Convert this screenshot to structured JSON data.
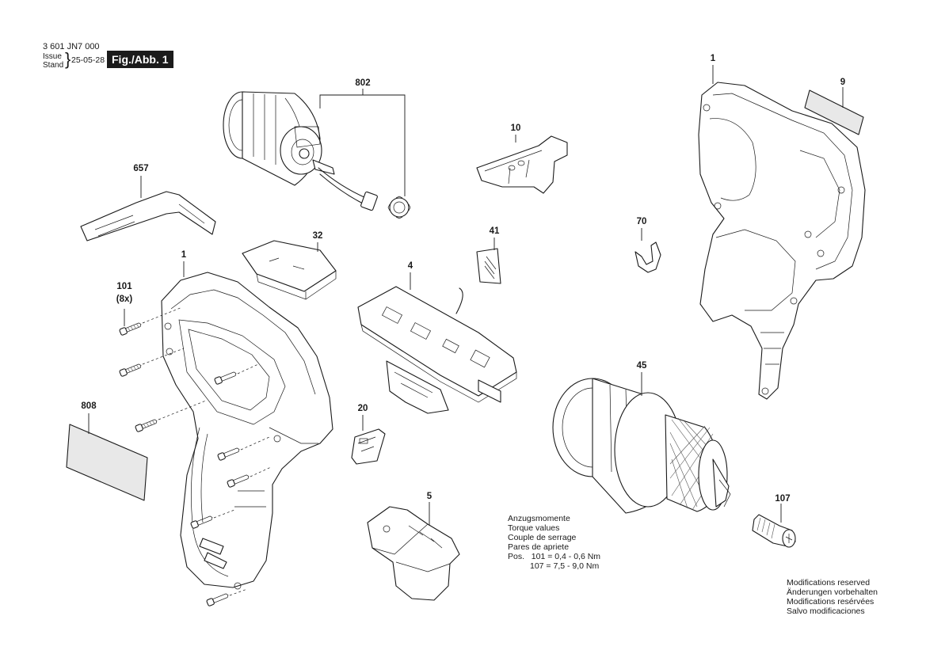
{
  "header": {
    "doc_number": "3 601 JN7 000",
    "issue_label_1": "Issue",
    "issue_label_2": "Stand",
    "issue_date": "25-05-28",
    "figure_label": "Fig./Abb. 1"
  },
  "callouts": [
    {
      "id": "c1-housing-right",
      "label": "1"
    },
    {
      "id": "c9",
      "label": "9"
    },
    {
      "id": "c802",
      "label": "802"
    },
    {
      "id": "c10",
      "label": "10"
    },
    {
      "id": "c657",
      "label": "657"
    },
    {
      "id": "c32",
      "label": "32"
    },
    {
      "id": "c41",
      "label": "41"
    },
    {
      "id": "c70",
      "label": "70"
    },
    {
      "id": "c1-housing-left",
      "label": "1"
    },
    {
      "id": "c4",
      "label": "4"
    },
    {
      "id": "c101",
      "label": "101"
    },
    {
      "id": "c101-qty",
      "label": "(8x)"
    },
    {
      "id": "c45",
      "label": "45"
    },
    {
      "id": "c808",
      "label": "808"
    },
    {
      "id": "c20",
      "label": "20"
    },
    {
      "id": "c5",
      "label": "5"
    },
    {
      "id": "c107",
      "label": "107"
    }
  ],
  "torque": {
    "lines": [
      "Anzugsmomente",
      "Torque values",
      "Couple de serrage",
      "Pares de apriete"
    ],
    "pos_prefix": "Pos.",
    "values": [
      "101 = 0,4 - 0,6 Nm",
      "107 = 7,5 - 9,0 Nm"
    ]
  },
  "notes": [
    "Modifications reserved",
    "Änderungen vorbehalten",
    "Modifications resérvées",
    "Salvo modificaciones"
  ],
  "colors": {
    "line": "#1a1a1a",
    "badge_bg": "#1b1b1b",
    "badge_fg": "#ffffff",
    "background": "#ffffff"
  }
}
